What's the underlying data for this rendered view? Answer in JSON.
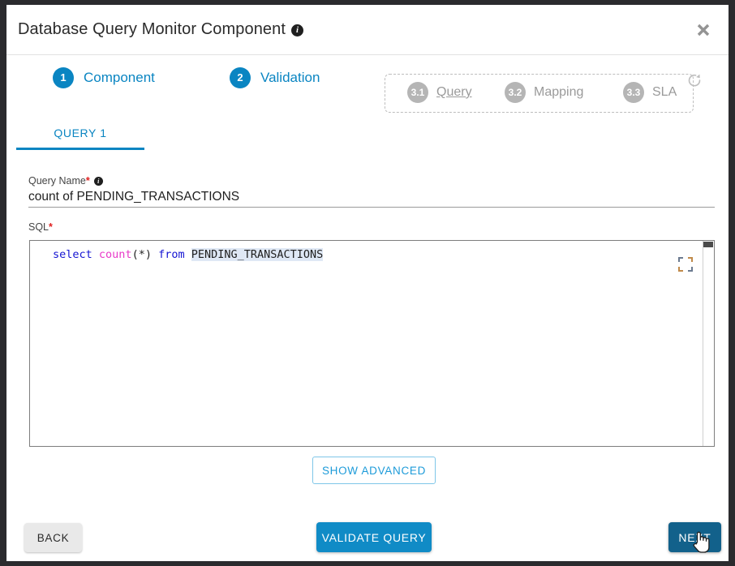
{
  "dialog": {
    "title": "Database Query Monitor Component",
    "title_info_icon": "info-icon",
    "close_icon": "close-icon"
  },
  "stepper": {
    "steps": [
      {
        "num": "1",
        "label": "Component",
        "state": "active"
      },
      {
        "num": "2",
        "label": "Validation",
        "state": "active"
      }
    ],
    "substeps": [
      {
        "num": "3.1",
        "label": "Query",
        "state": "disabled",
        "underlined": true
      },
      {
        "num": "3.2",
        "label": "Mapping",
        "state": "disabled",
        "underlined": false
      },
      {
        "num": "3.3",
        "label": "SLA",
        "state": "disabled",
        "underlined": false
      }
    ],
    "refresh_icon": "refresh-icon",
    "active_color": "#0a85c2",
    "disabled_color": "#b5b5b5"
  },
  "tabs": {
    "items": [
      {
        "label": "QUERY 1",
        "selected": true
      }
    ]
  },
  "form": {
    "query_name": {
      "label": "Query Name",
      "required_marker": "*",
      "info_icon": "info-icon",
      "value": "count of PENDING_TRANSACTIONS",
      "placeholder": ""
    },
    "sql": {
      "label": "SQL",
      "required_marker": "*",
      "value": "select count(*) from PENDING_TRANSACTIONS",
      "tokens": [
        {
          "text": "select",
          "type": "keyword",
          "color": "#1414d2"
        },
        {
          "text": " ",
          "type": "plain",
          "color": "#1f1f1f"
        },
        {
          "text": "count",
          "type": "function",
          "color": "#e838c8"
        },
        {
          "text": "(*)",
          "type": "punctuation",
          "color": "#1f1f1f"
        },
        {
          "text": " ",
          "type": "plain",
          "color": "#1f1f1f"
        },
        {
          "text": "from",
          "type": "keyword",
          "color": "#1414d2"
        },
        {
          "text": " ",
          "type": "plain",
          "color": "#1f1f1f"
        },
        {
          "text": "PENDING_TRANSACTIONS",
          "type": "identifier",
          "color": "#1f1f1f"
        }
      ],
      "expand_icon": "fullscreen-expand-icon",
      "scrollbar": "vertical-scrollbar"
    }
  },
  "buttons": {
    "show_advanced": "SHOW ADVANCED",
    "back": "BACK",
    "validate_query": "VALIDATE QUERY",
    "next": "NEXT"
  },
  "colors": {
    "brand_blue": "#0a85c2",
    "primary_button": "#108bc6",
    "next_button_hover": "#12618b",
    "required_red": "#e02020",
    "identifier_highlight": "#dfe8f5"
  },
  "cursor": {
    "type": "pointer-hand-cursor",
    "over": "NEXT"
  }
}
